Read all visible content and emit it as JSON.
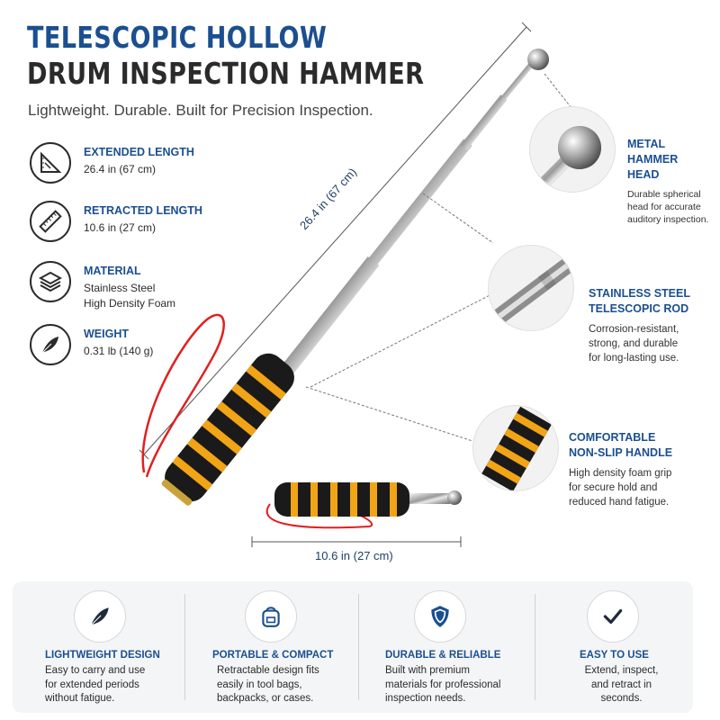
{
  "header": {
    "title_line1": "TELESCOPIC HOLLOW",
    "title_line2": "DRUM INSPECTION HAMMER",
    "tagline": "Lightweight. Durable. Built for Precision Inspection."
  },
  "specs": [
    {
      "label": "EXTENDED LENGTH",
      "value": "26.4 in (67 cm)",
      "icon": "ruler-square-icon"
    },
    {
      "label": "RETRACTED LENGTH",
      "value": "10.6 in (27 cm)",
      "icon": "ruler-icon"
    },
    {
      "label": "MATERIAL",
      "value_line1": "Stainless Steel",
      "value_line2": "High Density Foam",
      "icon": "layers-icon"
    },
    {
      "label": "WEIGHT",
      "value": "0.31 lb (140 g)",
      "icon": "feather-icon"
    }
  ],
  "dimensions": {
    "extended": "26.4 in (67 cm)",
    "retracted": "10.6 in (27 cm)"
  },
  "callouts": [
    {
      "title_line1": "METAL HAMMER",
      "title_line2": "HEAD",
      "desc_line1": "Durable spherical",
      "desc_line2": "head for accurate",
      "desc_line3": "auditory inspection."
    },
    {
      "title_line1": "STAINLESS STEEL",
      "title_line2": "TELESCOPIC ROD",
      "desc_line1": "Corrosion-resistant,",
      "desc_line2": "strong, and durable",
      "desc_line3": "for long-lasting use."
    },
    {
      "title_line1": "COMFORTABLE",
      "title_line2": "NON-SLIP HANDLE",
      "desc_line1": "High density foam grip",
      "desc_line2": "for secure hold and",
      "desc_line3": "reduced hand fatigue."
    }
  ],
  "features": [
    {
      "title": "LIGHTWEIGHT DESIGN",
      "l1": "Easy to carry and use",
      "l2": "for extended periods",
      "l3": "without fatigue.",
      "icon": "feather-icon"
    },
    {
      "title": "PORTABLE & COMPACT",
      "l1": "Retractable design fits",
      "l2": "easily in tool bags,",
      "l3": "backpacks, or cases.",
      "icon": "backpack-icon"
    },
    {
      "title": "DURABLE & RELIABLE",
      "l1": "Built with premium",
      "l2": "materials for professional",
      "l3": "inspection needs.",
      "icon": "shield-icon"
    },
    {
      "title": "EASY TO USE",
      "l1": "Extend, inspect,",
      "l2": "and retract in",
      "l3": "seconds.",
      "icon": "checkmark-icon"
    }
  ],
  "colors": {
    "accent": "#1b4f8f",
    "grip_foam": "#1a1a1a",
    "grip_stripe": "#f2a417",
    "lanyard": "#e02020"
  }
}
